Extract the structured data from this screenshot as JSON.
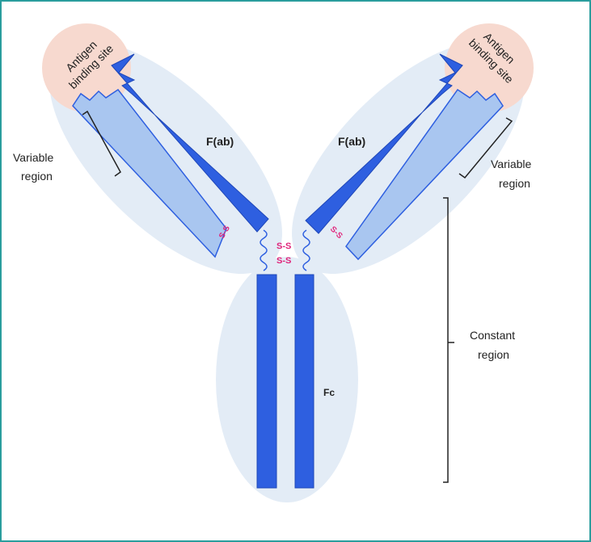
{
  "labels": {
    "fab_left": "F(ab)",
    "fab_right": "F(ab)",
    "fc": "Fc",
    "antigen_left_line1": "Antigen",
    "antigen_left_line2": "binding site",
    "antigen_right_line1": "Antigen",
    "antigen_right_line2": "binding site",
    "variable_left_line1": "Variable",
    "variable_left_line2": "region",
    "variable_right_line1": "Variable",
    "variable_right_line2": "region",
    "constant_line1": "Constant",
    "constant_line2": "region",
    "disulfide": "S-S"
  },
  "colors": {
    "frame": "#2a9d9d",
    "heavy_chain": "#2e5fe0",
    "light_chain": "#a9c6f0",
    "region_fill": "#e3ecf6",
    "antigen_site": "#f7d9cf",
    "disulfide": "#e0237a"
  }
}
